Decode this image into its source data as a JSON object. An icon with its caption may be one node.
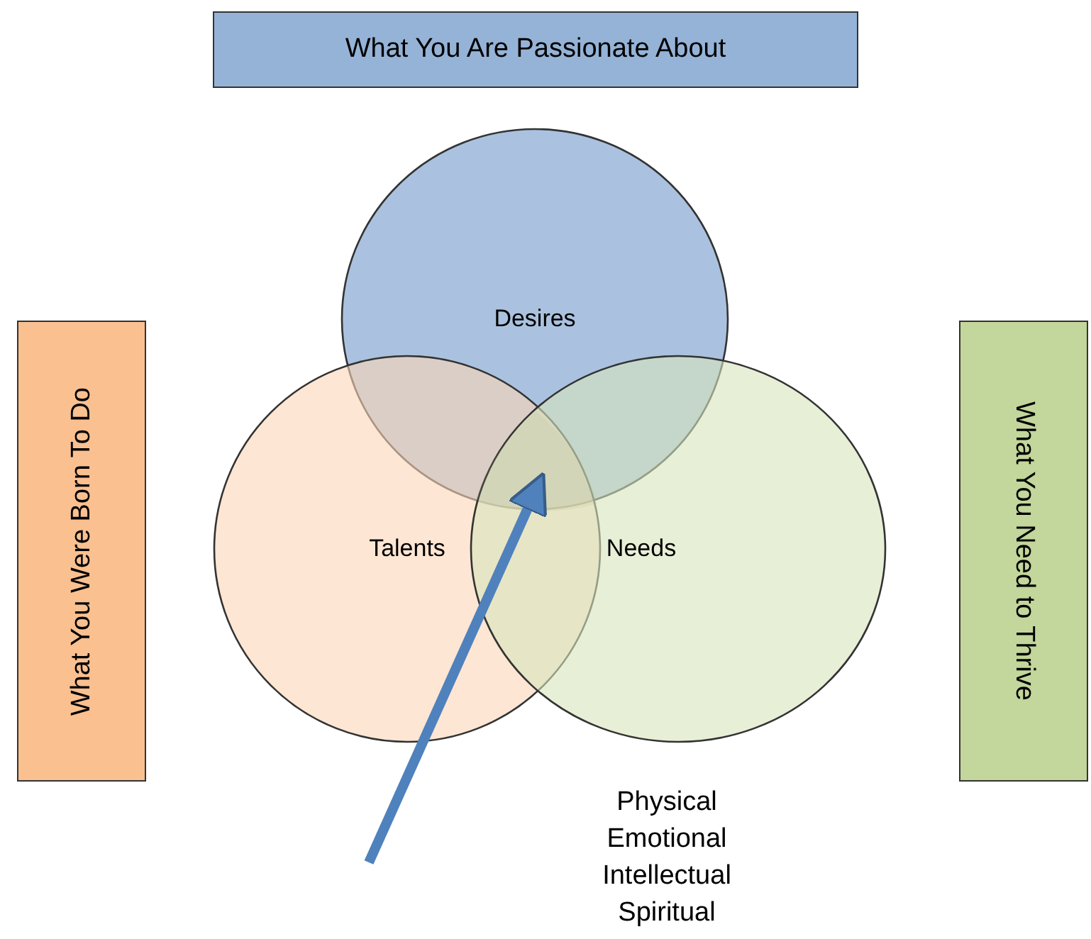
{
  "diagram": {
    "nodes": [
      {
        "text": [
          "What You Are Passionate About"
        ]
      },
      {
        "text": [
          "What You Were Born To Do"
        ]
      },
      {
        "text": [
          "What You Need to Thrive"
        ]
      },
      {
        "text": [
          "Desires"
        ]
      },
      {
        "text": [
          "Talents"
        ]
      },
      {
        "text": [
          "Needs"
        ]
      },
      {
        "text": [],
        "shape": "region"
      }
    ],
    "edges": [
      {
        "from": null,
        "to": 6,
        "arrow": "to"
      }
    ],
    "labels": [
      "Physical",
      "Emotional",
      "Intellectual",
      "Spiritual"
    ]
  }
}
